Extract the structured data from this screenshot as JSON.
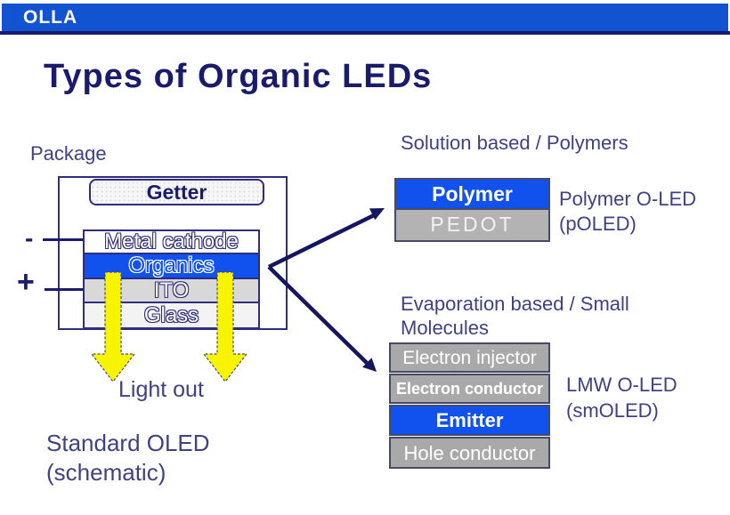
{
  "header": {
    "logo": "OLLA"
  },
  "title": "Types of Organic LEDs",
  "left_diagram": {
    "package_label": "Package",
    "getter": "Getter",
    "layers": [
      "Metal cathode",
      "Organics",
      "ITO",
      "Glass"
    ],
    "minus": "-",
    "plus": "+",
    "light_out": "Light out",
    "caption": [
      "Standard OLED",
      "(schematic)"
    ]
  },
  "right_top": {
    "heading": "Solution based / Polymers",
    "layers": [
      "Polymer",
      "PEDOT"
    ],
    "label": [
      "Polymer O-LED",
      "(pOLED)"
    ]
  },
  "right_bottom": {
    "heading": [
      "Evaporation based / Small",
      "Molecules"
    ],
    "layers": [
      "Electron injector",
      "Electron conductor",
      "Emitter",
      "Hole conductor"
    ],
    "label": [
      "LMW O-LED",
      "(smOLED)"
    ]
  },
  "colors": {
    "header_bar": "#1253d2",
    "accent_blue": "#1152ef",
    "navy": "#1c1c6e",
    "body_text": "#3e4283",
    "layer_gray": "#a9a9a9",
    "pedot_gray": "#b3b3b3",
    "ito_gray": "#d8d8d8",
    "glass_gray": "#f3f3f3",
    "arrow_yellow": "#f8f400"
  }
}
